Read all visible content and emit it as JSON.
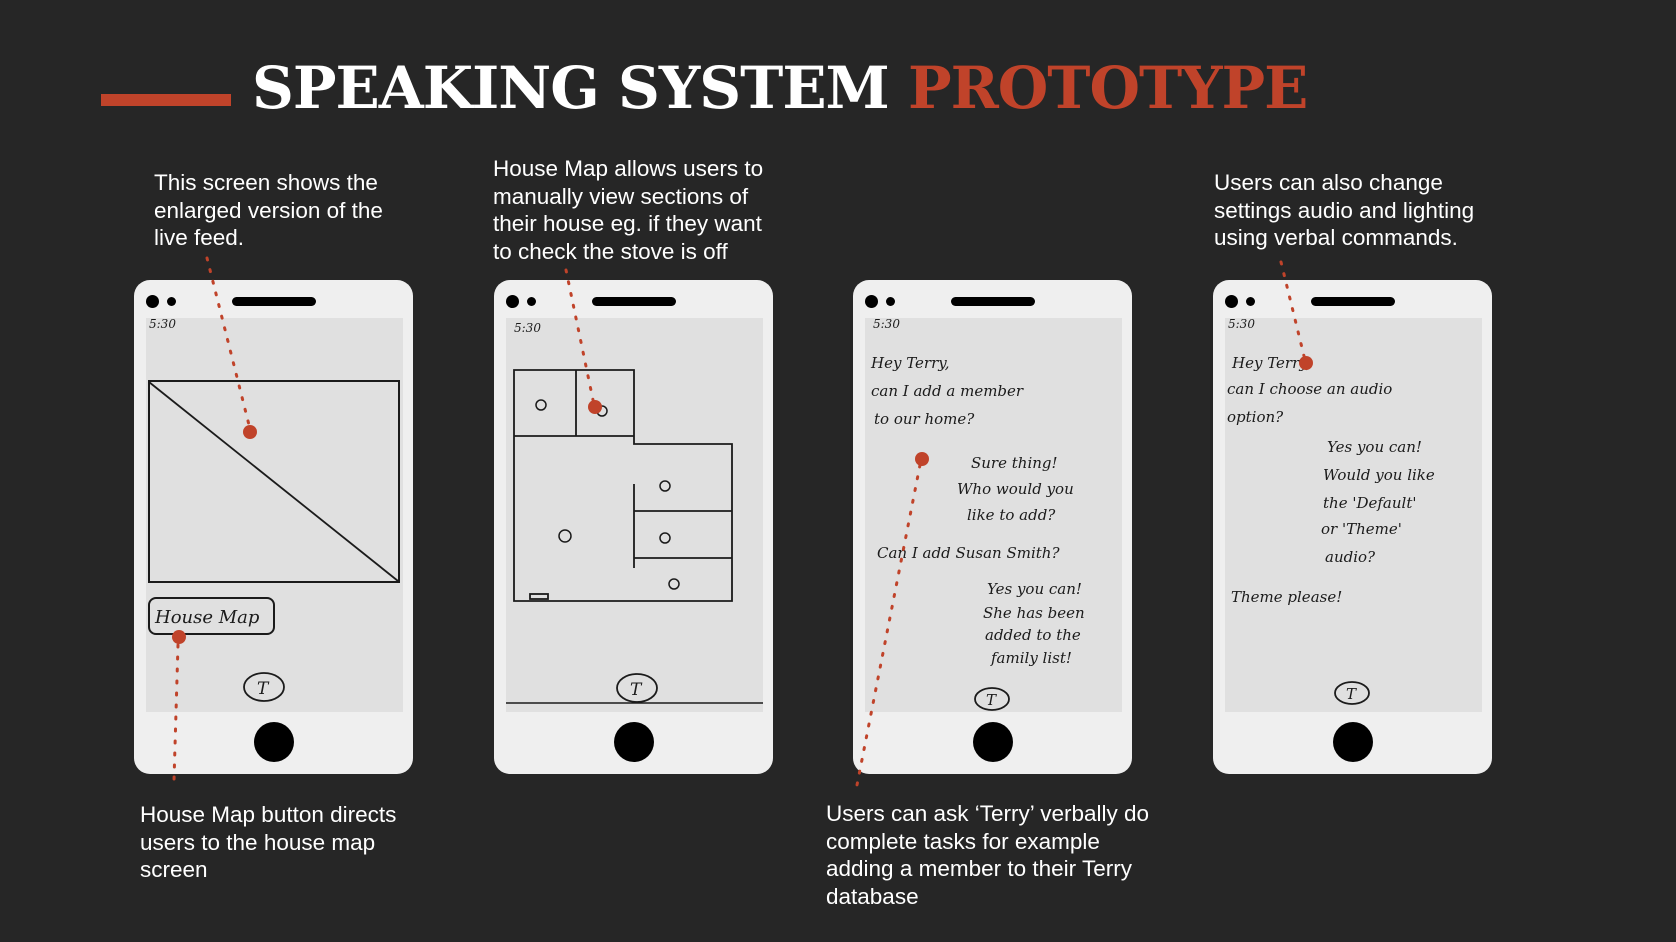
{
  "slide": {
    "title_main": "SPEAKING SYSTEM",
    "title_accent": "PROTOTYPE",
    "colors": {
      "background": "#262626",
      "accent": "#c0432a",
      "text": "#ffffff"
    }
  },
  "captions": {
    "live_feed": [
      "This screen shows the",
      "enlarged version of the",
      "live feed."
    ],
    "house_map_view": [
      "House Map allows users to",
      "manually view sections of",
      "their house eg. if they want",
      "to check the stove is off"
    ],
    "settings": [
      "Users can also change",
      "settings audio and lighting",
      "using verbal commands."
    ],
    "house_map_button": [
      "House Map button directs",
      "users to the house map",
      "screen"
    ],
    "ask_terry": [
      "Users can ask ‘Terry’ verbally do",
      "complete tasks for example",
      "adding a member to their Terry",
      "database"
    ]
  },
  "screens": {
    "live_feed": {
      "time": "5:30",
      "button_label": "House Map",
      "logo": "T"
    },
    "house_map": {
      "time": "5:30",
      "logo": "T"
    },
    "member_chat": {
      "time": "5:30",
      "lines": [
        "Hey Terry,",
        "can I add a member",
        "to our home?",
        "Sure thing!",
        "Who would you",
        "like to add?",
        "Can I add Susan Smith?",
        "Yes you can!",
        "She has been",
        "added to the",
        "family list!"
      ],
      "logo": "T"
    },
    "audio_chat": {
      "time": "5:30",
      "lines": [
        "Hey Terry,",
        "can I choose an audio",
        "option?",
        "Yes you can!",
        "Would you like",
        "the 'Default'",
        "or 'Theme'",
        "audio?",
        "Theme please!"
      ],
      "logo": "T"
    }
  }
}
